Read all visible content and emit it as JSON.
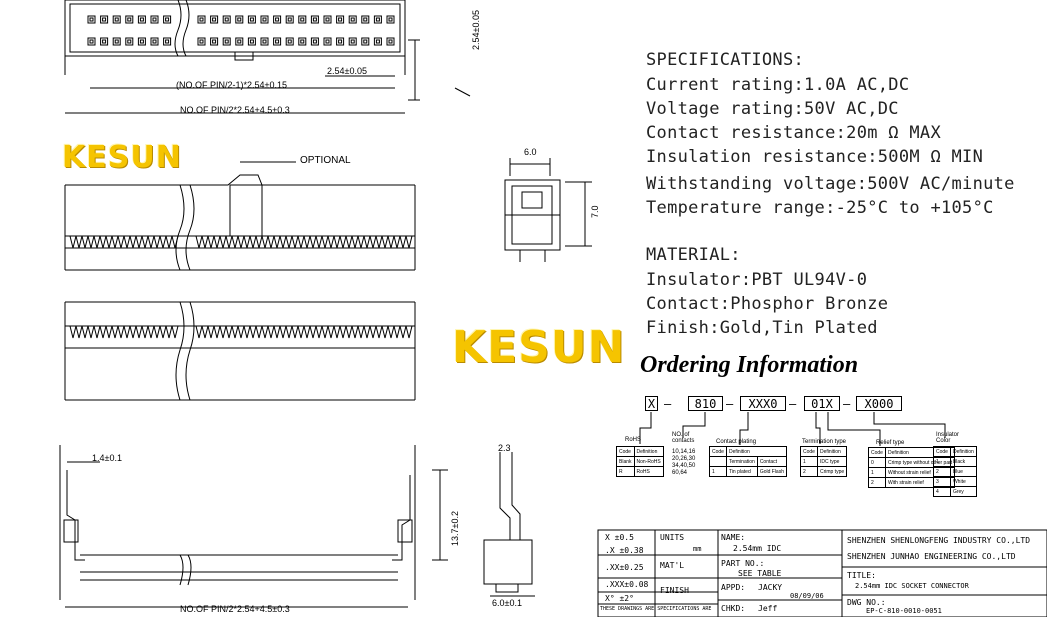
{
  "watermark": {
    "text": "KESUN",
    "color": "#f5c400"
  },
  "drawing_labels": {
    "pitch": "2.54±0.05",
    "pitch_vertical": "2.54±0.05",
    "dim1": "(NO.OF PIN/2-1)*2.54±0.15",
    "dim2": "NO.OF PIN/2*2.54+4.5±0.3",
    "optional": "OPTIONAL",
    "side_width": "6.0",
    "side_height": "7.0",
    "bottom_dim": "NO.OF PIN/2*2.54+4.5±0.3",
    "latch_dim": "1.4±0.1",
    "height_dim": "13.7±0.2",
    "pin_dim": "2.3",
    "pin_width": "6.0±0.1"
  },
  "specifications": {
    "heading": "SPECIFICATIONS:",
    "lines": [
      "Current rating:1.0A AC,DC",
      "Voltage rating:50V AC,DC",
      "Contact resistance:20m Ω MAX",
      "Insulation resistance:500M Ω MIN",
      "Withstanding voltage:500V AC/minute",
      "Temperature range:-25°C to +105°C"
    ]
  },
  "material": {
    "heading": "MATERIAL:",
    "lines": [
      "Insulator:PBT UL94V-0",
      "Contact:Phosphor Bronze",
      "Finish:Gold,Tin Plated"
    ]
  },
  "ordering": {
    "title": "Ordering Information",
    "code_boxes": [
      "X",
      "810",
      "XXX0",
      "01X",
      "X000"
    ],
    "rohs": {
      "label": "RoHS",
      "header": [
        "Code",
        "Definition"
      ],
      "rows": [
        [
          "Blank",
          "Non-RoHS"
        ],
        [
          "R",
          "RoHS"
        ]
      ]
    },
    "contacts": {
      "label": "NO. of contacts",
      "values": [
        "10,14,16",
        "20,26,30",
        "34,40,50",
        "60,64"
      ]
    },
    "plating": {
      "label": "Contact plating",
      "header": [
        "Code",
        "Definition"
      ],
      "sub": [
        "Termination",
        "Contact"
      ],
      "rows": [
        [
          "1",
          "Tin plated",
          "Gold Flash"
        ]
      ]
    },
    "termination": {
      "label": "Termination type",
      "header": [
        "Code",
        "Definition"
      ],
      "rows": [
        [
          "1",
          "IDC type"
        ],
        [
          "2",
          "Crimp type"
        ]
      ]
    },
    "relief": {
      "label": "Relief type",
      "header": [
        "Code",
        "Definition"
      ],
      "rows": [
        [
          "0",
          "Crimp type without other part"
        ],
        [
          "1",
          "Without strain relief"
        ],
        [
          "2",
          "With strain relief"
        ]
      ]
    },
    "color": {
      "label": "Insulator Color",
      "header": [
        "Code",
        "Definition"
      ],
      "rows": [
        [
          "1",
          "Black"
        ],
        [
          "2",
          "Blue"
        ],
        [
          "3",
          "White"
        ],
        [
          "4",
          "Grey"
        ]
      ]
    }
  },
  "title_block": {
    "tolerances": [
      "X  ±0.5",
      ".X  ±0.38",
      ".XX±0.25",
      ".XXX±0.08",
      "X°  ±2°"
    ],
    "units_label": "UNITS",
    "units_value": "mm",
    "matl_label": "MAT'L",
    "finish_label": "FINISH",
    "name_label": "NAME:",
    "name_value": "2.54mm IDC",
    "partno_label": "PART NO.:",
    "partno_value": "SEE TABLE",
    "appd_label": "APPD:",
    "appd_value": "JACKY",
    "appd_date": "08/09/06",
    "chkd_label": "CHKD:",
    "chkd_value": "Jeff",
    "company1": "SHENZHEN SHENLONGFENG INDUSTRY CO.,LTD",
    "company2": "SHENZHEN JUNHAO ENGINEERING CO.,LTD",
    "title_label": "TITLE:",
    "title_value": "2.54mm IDC SOCKET CONNECTOR",
    "dwg_label": "DWG NO.:",
    "dwg_value": "EP-C-810-0010-0051",
    "footnote": "THESE DRAWINGS ARE SPECIFICATIONS ARE"
  }
}
